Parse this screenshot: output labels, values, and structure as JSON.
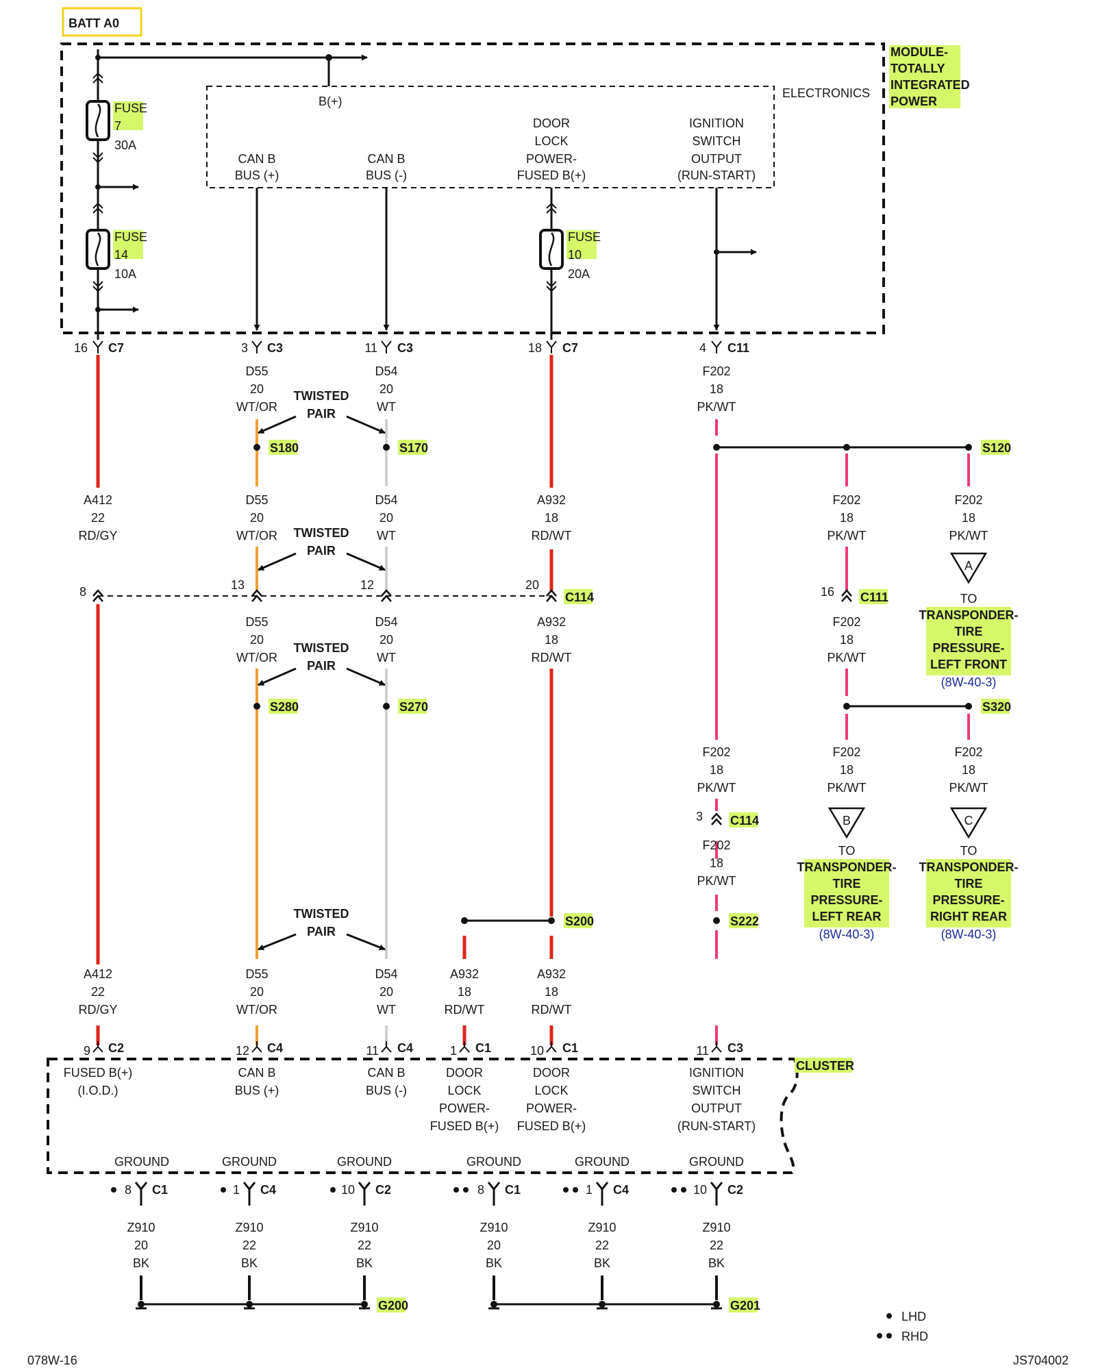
{
  "batt": "BATT A0",
  "module": [
    "MODULE-",
    "TOTALLY",
    "INTEGRATED",
    "POWER"
  ],
  "electronics": "ELECTRONICS",
  "bplus": "B(+)",
  "fuse7": {
    "name": "FUSE",
    "num": "7",
    "rating": "30A"
  },
  "fuse14": {
    "name": "FUSE",
    "num": "14",
    "rating": "10A"
  },
  "fuse10": {
    "name": "FUSE",
    "num": "10",
    "rating": "20A"
  },
  "tipm_pins": {
    "canbp": [
      "CAN B",
      "BUS (+)"
    ],
    "canbm": [
      "CAN B",
      "BUS (-)"
    ],
    "door": [
      "DOOR",
      "LOCK",
      "POWER-",
      "FUSED B(+)"
    ],
    "ign": [
      "IGNITION",
      "SWITCH",
      "OUTPUT",
      "(RUN-START)"
    ]
  },
  "top_conn": {
    "c1": {
      "pin": "16",
      "name": "C7"
    },
    "c2": {
      "pin": "3",
      "name": "C3"
    },
    "c3": {
      "pin": "11",
      "name": "C3"
    },
    "c4": {
      "pin": "18",
      "name": "C7"
    },
    "c5": {
      "pin": "4",
      "name": "C11"
    }
  },
  "wires": {
    "d55a": [
      "D55",
      "20",
      "WT/OR"
    ],
    "d54a": [
      "D54",
      "20",
      "WT"
    ],
    "f202a": [
      "F202",
      "18",
      "PK/WT"
    ],
    "a412a": [
      "A412",
      "22",
      "RD/GY"
    ],
    "d55b": [
      "D55",
      "20",
      "WT/OR"
    ],
    "d54b": [
      "D54",
      "20",
      "WT"
    ],
    "a932a": [
      "A932",
      "18",
      "RD/WT"
    ],
    "f202b": [
      "F202",
      "18",
      "PK/WT"
    ],
    "f202c": [
      "F202",
      "18",
      "PK/WT"
    ],
    "d55c": [
      "D55",
      "20",
      "WT/OR"
    ],
    "d54c": [
      "D54",
      "20",
      "WT"
    ],
    "a932b": [
      "A932",
      "18",
      "RD/WT"
    ],
    "f202d": [
      "F202",
      "18",
      "PK/WT"
    ],
    "f202e": [
      "F202",
      "18",
      "PK/WT"
    ],
    "f202f": [
      "F202",
      "18",
      "PK/WT"
    ],
    "f202g": [
      "F202",
      "18",
      "PK/WT"
    ],
    "a412b": [
      "A412",
      "22",
      "RD/GY"
    ],
    "d55d": [
      "D55",
      "20",
      "WT/OR"
    ],
    "d54d": [
      "D54",
      "20",
      "WT"
    ],
    "a932c": [
      "A932",
      "18",
      "RD/WT"
    ],
    "a932d": [
      "A932",
      "18",
      "RD/WT"
    ],
    "f202h": [
      "F202",
      "18",
      "PK/WT"
    ]
  },
  "twisted": [
    "TWISTED",
    "PAIR"
  ],
  "splices": {
    "s180": "S180",
    "s170": "S170",
    "s120": "S120",
    "s280": "S280",
    "s270": "S270",
    "s320": "S320",
    "s200": "S200",
    "s222": "S222"
  },
  "c114": {
    "name": "C114",
    "p1": "8",
    "p2": "13",
    "p3": "12",
    "p4": "20"
  },
  "c111": {
    "name": "C111",
    "pin": "16"
  },
  "c114b": {
    "name": "C114",
    "pin": "3"
  },
  "transponders": {
    "a": {
      "letter": "A",
      "to": "TO",
      "lines": [
        "TRANSPONDER-",
        "TIRE",
        "PRESSURE-",
        "LEFT FRONT"
      ],
      "ref": "(8W-40-3)"
    },
    "b": {
      "letter": "B",
      "to": "TO",
      "lines": [
        "TRANSPONDER-",
        "TIRE",
        "PRESSURE-",
        "LEFT REAR"
      ],
      "ref": "(8W-40-3)"
    },
    "c": {
      "letter": "C",
      "to": "TO",
      "lines": [
        "TRANSPONDER-",
        "TIRE",
        "PRESSURE-",
        "RIGHT REAR"
      ],
      "ref": "(8W-40-3)"
    }
  },
  "bot_conn": {
    "c1": {
      "pin": "9",
      "name": "C2"
    },
    "c2": {
      "pin": "12",
      "name": "C4"
    },
    "c3": {
      "pin": "11",
      "name": "C4"
    },
    "c4": {
      "pin": "1",
      "name": "C1"
    },
    "c5": {
      "pin": "10",
      "name": "C1"
    },
    "c6": {
      "pin": "11",
      "name": "C3"
    }
  },
  "cluster": "CLUSTER",
  "cluster_pins": {
    "fused": [
      "FUSED B(+)",
      "(I.O.D.)"
    ],
    "canbp": [
      "CAN B",
      "BUS (+)"
    ],
    "canbm": [
      "CAN B",
      "BUS (-)"
    ],
    "door1": [
      "DOOR",
      "LOCK",
      "POWER-",
      "FUSED B(+)"
    ],
    "door2": [
      "DOOR",
      "LOCK",
      "POWER-",
      "FUSED B(+)"
    ],
    "ign": [
      "IGNITION",
      "SWITCH",
      "OUTPUT",
      "(RUN-START)"
    ]
  },
  "ground_label": "GROUND",
  "ground_conn": {
    "g1": {
      "pin": "8",
      "name": "C1"
    },
    "g2": {
      "pin": "1",
      "name": "C4"
    },
    "g3": {
      "pin": "10",
      "name": "C2"
    },
    "g4": {
      "pin": "8",
      "name": "C1"
    },
    "g5": {
      "pin": "1",
      "name": "C4"
    },
    "g6": {
      "pin": "10",
      "name": "C2"
    }
  },
  "ground_wires": {
    "g1": [
      "Z910",
      "20",
      "BK"
    ],
    "g2": [
      "Z910",
      "22",
      "BK"
    ],
    "g3": [
      "Z910",
      "22",
      "BK"
    ],
    "g4": [
      "Z910",
      "20",
      "BK"
    ],
    "g5": [
      "Z910",
      "22",
      "BK"
    ],
    "g6": [
      "Z910",
      "22",
      "BK"
    ]
  },
  "grounds": {
    "g200": "G200",
    "g201": "G201"
  },
  "legend": {
    "lhd": "LHD",
    "rhd": "RHD"
  },
  "footer_left": "078W-16",
  "footer_right": "JS704002",
  "colors": {
    "red": "#e0261b",
    "orange": "#f0a030",
    "gray": "#cfcfcf",
    "pink": "#ee3a78",
    "highlight": "#d6f76a",
    "box": "#f5d21c"
  }
}
